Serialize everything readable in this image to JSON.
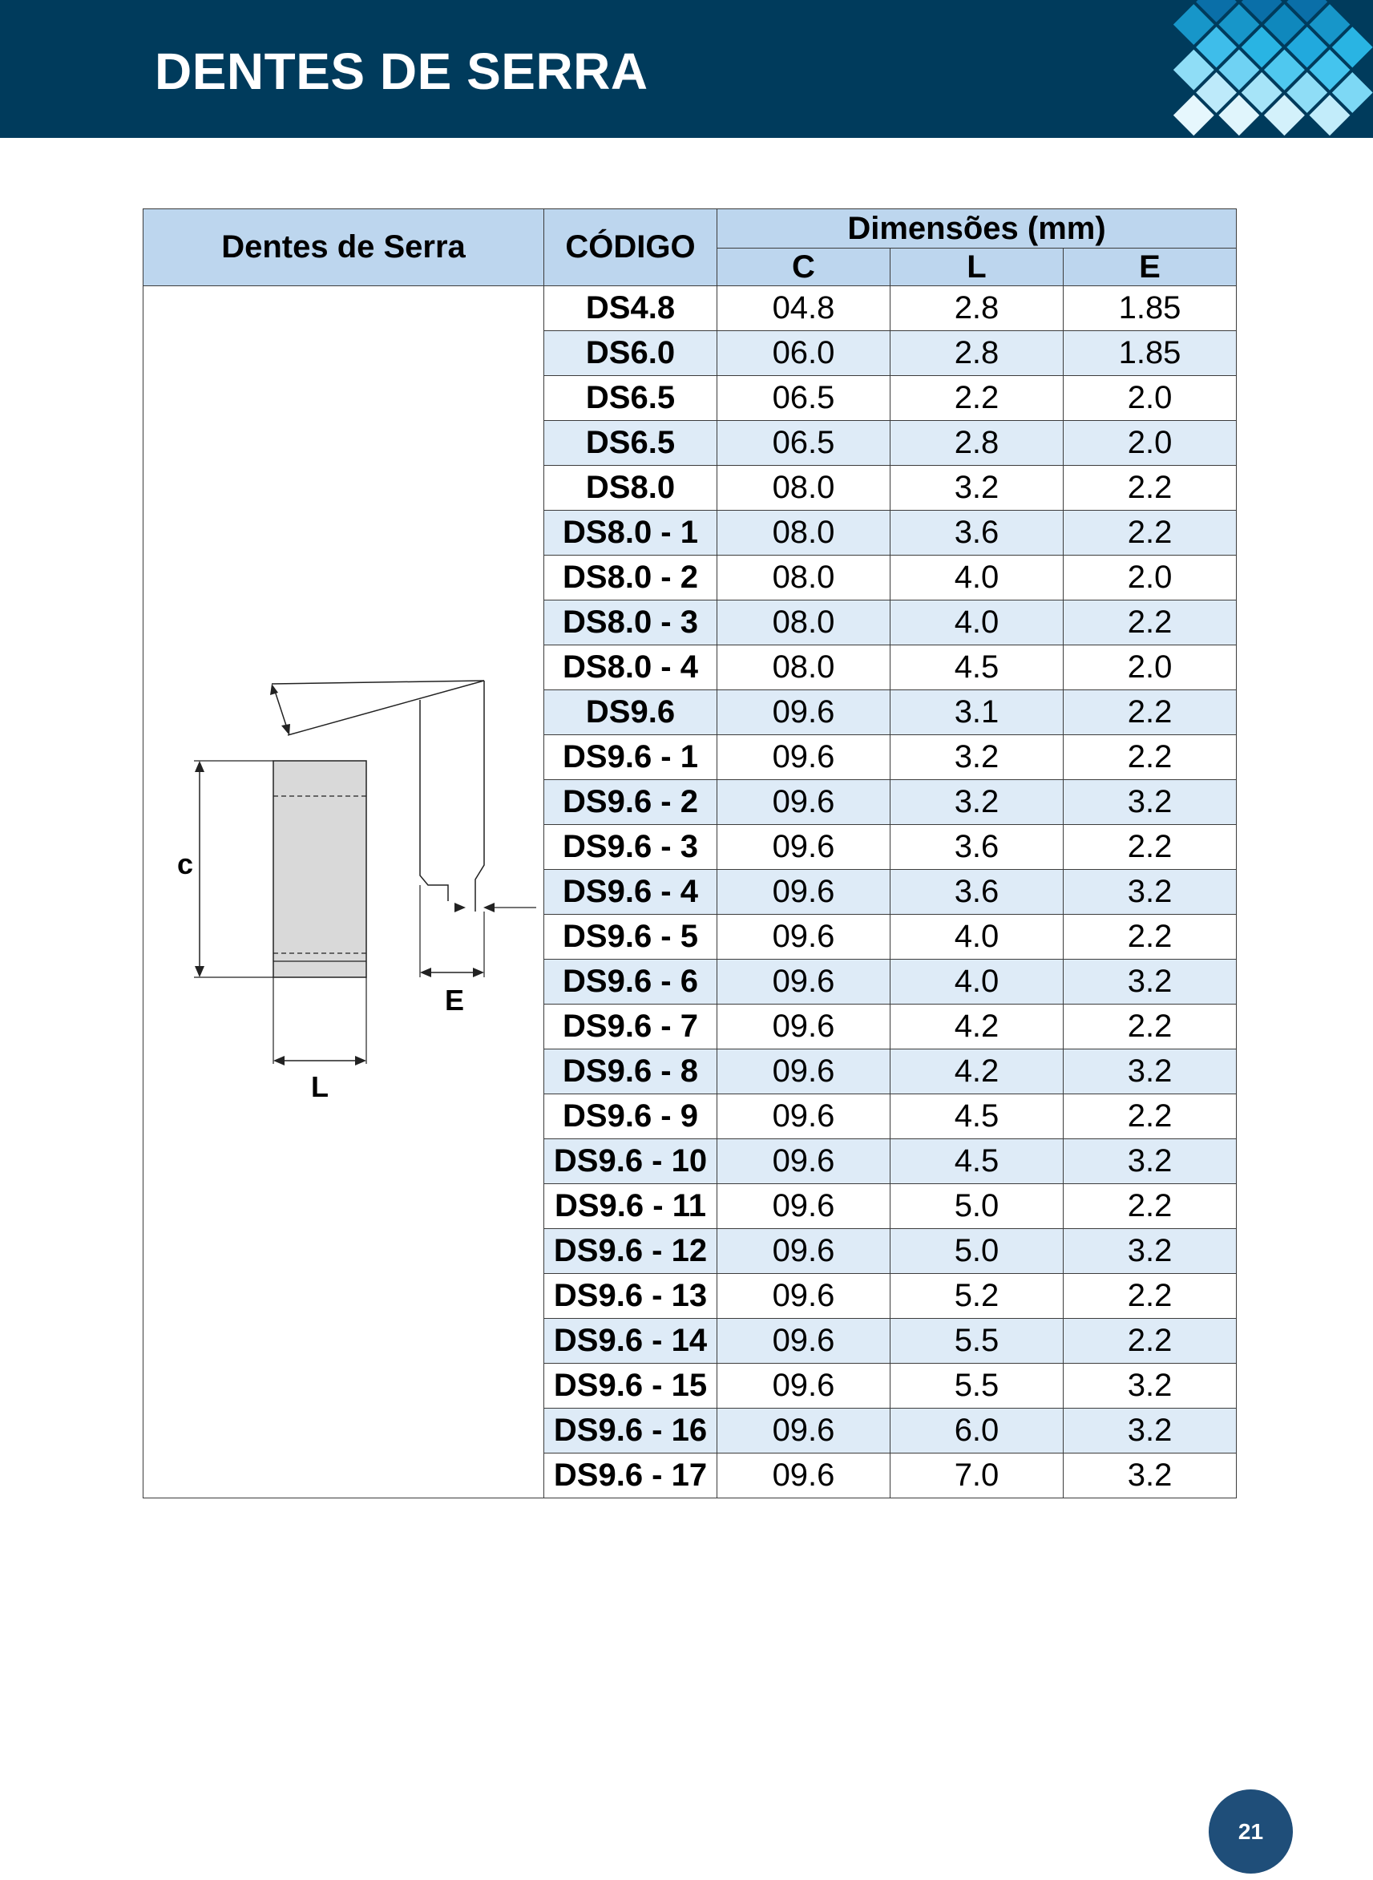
{
  "header": {
    "title": "DENTES DE SERRA"
  },
  "table": {
    "col_product": "Dentes de Serra",
    "col_code": "CÓDIGO",
    "col_dims_group": "Dimensões (mm)",
    "col_c": "C",
    "col_l": "L",
    "col_e": "E",
    "rows": [
      {
        "code": "DS4.8",
        "c": "04.8",
        "l": "2.8",
        "e": "1.85"
      },
      {
        "code": "DS6.0",
        "c": "06.0",
        "l": "2.8",
        "e": "1.85"
      },
      {
        "code": "DS6.5",
        "c": "06.5",
        "l": "2.2",
        "e": "2.0"
      },
      {
        "code": "DS6.5",
        "c": "06.5",
        "l": "2.8",
        "e": "2.0"
      },
      {
        "code": "DS8.0",
        "c": "08.0",
        "l": "3.2",
        "e": "2.2"
      },
      {
        "code": "DS8.0 - 1",
        "c": "08.0",
        "l": "3.6",
        "e": "2.2"
      },
      {
        "code": "DS8.0 - 2",
        "c": "08.0",
        "l": "4.0",
        "e": "2.0"
      },
      {
        "code": "DS8.0 - 3",
        "c": "08.0",
        "l": "4.0",
        "e": "2.2"
      },
      {
        "code": "DS8.0 - 4",
        "c": "08.0",
        "l": "4.5",
        "e": "2.0"
      },
      {
        "code": "DS9.6",
        "c": "09.6",
        "l": "3.1",
        "e": "2.2"
      },
      {
        "code": "DS9.6 - 1",
        "c": "09.6",
        "l": "3.2",
        "e": "2.2"
      },
      {
        "code": "DS9.6 - 2",
        "c": "09.6",
        "l": "3.2",
        "e": "3.2"
      },
      {
        "code": "DS9.6 - 3",
        "c": "09.6",
        "l": "3.6",
        "e": "2.2"
      },
      {
        "code": "DS9.6 - 4",
        "c": "09.6",
        "l": "3.6",
        "e": "3.2"
      },
      {
        "code": "DS9.6 - 5",
        "c": "09.6",
        "l": "4.0",
        "e": "2.2"
      },
      {
        "code": "DS9.6 - 6",
        "c": "09.6",
        "l": "4.0",
        "e": "3.2"
      },
      {
        "code": "DS9.6 - 7",
        "c": "09.6",
        "l": "4.2",
        "e": "2.2"
      },
      {
        "code": "DS9.6 - 8",
        "c": "09.6",
        "l": "4.2",
        "e": "3.2"
      },
      {
        "code": "DS9.6 - 9",
        "c": "09.6",
        "l": "4.5",
        "e": "2.2"
      },
      {
        "code": "DS9.6 - 10",
        "c": "09.6",
        "l": "4.5",
        "e": "3.2"
      },
      {
        "code": "DS9.6 - 11",
        "c": "09.6",
        "l": "5.0",
        "e": "2.2"
      },
      {
        "code": "DS9.6 - 12",
        "c": "09.6",
        "l": "5.0",
        "e": "3.2"
      },
      {
        "code": "DS9.6 - 13",
        "c": "09.6",
        "l": "5.2",
        "e": "2.2"
      },
      {
        "code": "DS9.6 - 14",
        "c": "09.6",
        "l": "5.5",
        "e": "2.2"
      },
      {
        "code": "DS9.6 - 15",
        "c": "09.6",
        "l": "5.5",
        "e": "3.2"
      },
      {
        "code": "DS9.6 - 16",
        "c": "09.6",
        "l": "6.0",
        "e": "3.2"
      },
      {
        "code": "DS9.6 - 17",
        "c": "09.6",
        "l": "7.0",
        "e": "3.2"
      }
    ]
  },
  "diagram": {
    "label_c": "c",
    "label_e": "E",
    "label_l": "L"
  },
  "colors": {
    "header_bg": "#003b5c",
    "table_header_bg": "#bdd6ee",
    "row_alt_bg": "#deebf7",
    "badge_bg": "#1f4e79"
  },
  "footer": {
    "page_number": "21"
  }
}
